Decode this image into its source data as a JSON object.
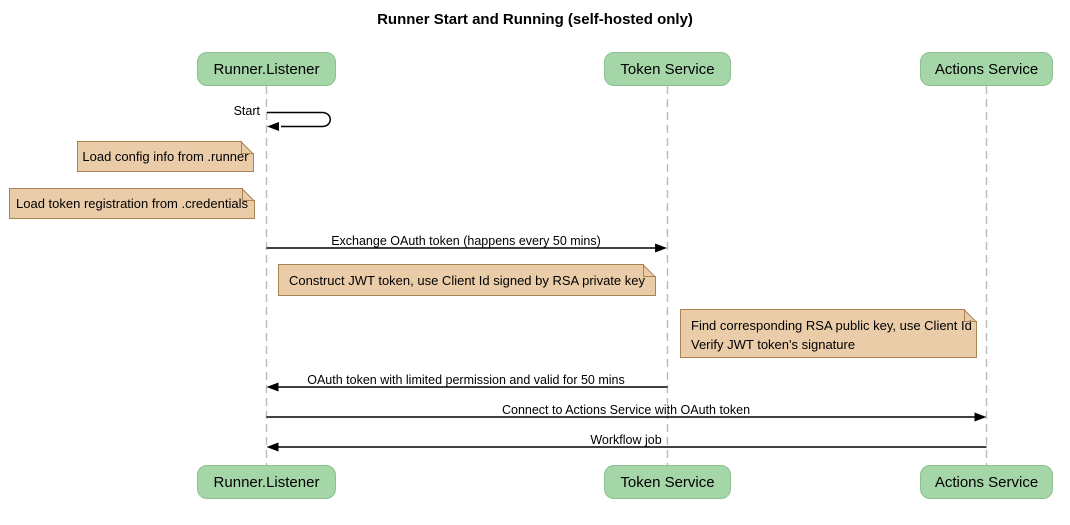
{
  "title": "Runner Start and Running (self-hosted only)",
  "actors": [
    {
      "label": "Runner.Listener"
    },
    {
      "label": "Token Service"
    },
    {
      "label": "Actions Service"
    }
  ],
  "messages": [
    {
      "label": "Start",
      "from": "Runner.Listener",
      "to": "Runner.Listener",
      "type": "self"
    },
    {
      "label": "Exchange OAuth token (happens every 50 mins)",
      "from": "Runner.Listener",
      "to": "Token Service",
      "type": "solid-arrow"
    },
    {
      "label": "OAuth token with limited permission and valid for 50 mins",
      "from": "Token Service",
      "to": "Runner.Listener",
      "type": "solid-arrow"
    },
    {
      "label": "Connect to Actions Service with OAuth token",
      "from": "Runner.Listener",
      "to": "Actions Service",
      "type": "solid-arrow"
    },
    {
      "label": "Workflow job",
      "from": "Actions Service",
      "to": "Runner.Listener",
      "type": "solid-arrow"
    }
  ],
  "notes": [
    {
      "label": "Load config info from .runner",
      "position": "left of Runner.Listener"
    },
    {
      "label": "Load token registration from .credentials",
      "position": "left of Runner.Listener"
    },
    {
      "label": "Construct JWT token, use Client Id signed by RSA private key",
      "position": "right of Runner.Listener"
    },
    {
      "lines": [
        "Find corresponding RSA public key, use Client Id",
        "Verify JWT token's signature"
      ],
      "position": "right of Token Service"
    }
  ],
  "colors": {
    "background": "#FFFFFF",
    "text": "#000000",
    "actor_fill": "#A5D6A7",
    "actor_border": "#8CBF90",
    "note_fill": "#EACCA9",
    "note_border": "#AA8352",
    "lifeline": "#BBBBBB",
    "message": "#000000"
  }
}
